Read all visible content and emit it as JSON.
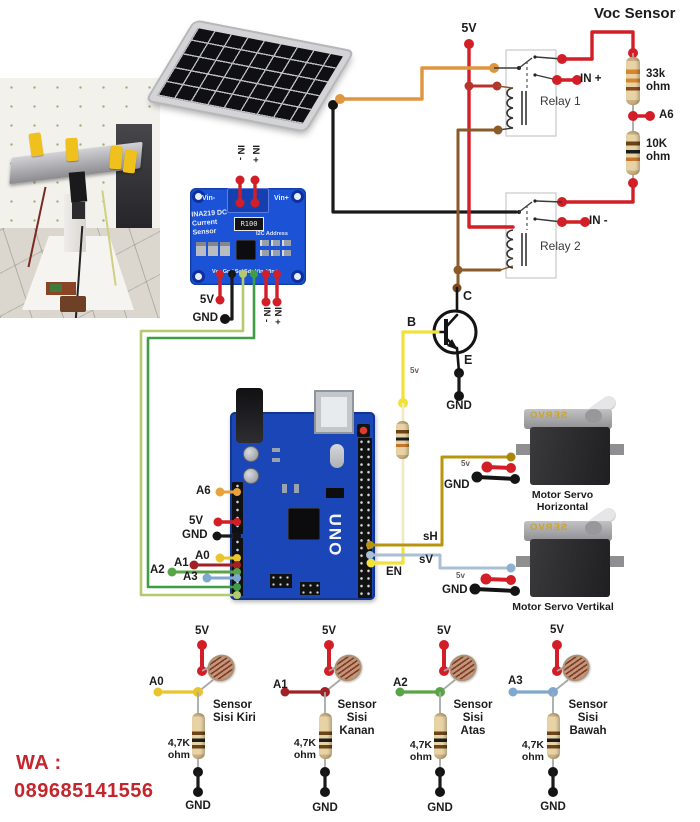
{
  "title": "Voc Sensor",
  "common": {
    "v5": "5V",
    "v5_small": "5v",
    "gnd": "GND"
  },
  "contact": {
    "wa_label": "WA :",
    "phone": "089685141556"
  },
  "voc_circuit": {
    "relay1": "Relay 1",
    "relay2": "Relay 2",
    "in_plus": "IN +",
    "in_minus": "IN -",
    "r33k": "33k\nohm",
    "r10k": "10K\nohm",
    "a6": "A6"
  },
  "ina219": {
    "title": "INA219 DC\nCurrent\nSensor",
    "shunt": "R100",
    "i2c": "I2C Address",
    "vin_minus": "Vin-",
    "vin_plus": "Vin+",
    "pins": [
      "Vcc",
      "Gnd",
      "Scl",
      "Sda",
      "Vin-",
      "Vin+"
    ],
    "in_minus": "IN -",
    "in_plus": "IN +"
  },
  "transistor": {
    "b": "B",
    "c": "C",
    "e": "E"
  },
  "driver": {
    "en": "EN",
    "sh": "sH",
    "sv": "sV"
  },
  "arduino": {
    "logo": "UNO",
    "a6": "A6",
    "v5": "5V",
    "gnd": "GND",
    "a0": "A0",
    "a1": "A1",
    "a2": "A2",
    "a3": "A3"
  },
  "servos": [
    {
      "name": "Motor Servo Horizontal",
      "brand": "SERVO"
    },
    {
      "name": "Motor Servo Vertikal",
      "brand": "SERVO"
    }
  ],
  "ldr": {
    "resistor_label": "4,7K ohm",
    "sensors": [
      {
        "pin": "A0",
        "name": "Sensor\nSisi Kiri"
      },
      {
        "pin": "A1",
        "name": "Sensor\nSisi\nKanan"
      },
      {
        "pin": "A2",
        "name": "Sensor\nSisi\nAtas"
      },
      {
        "pin": "A3",
        "name": "Sensor\nSisi\nBawah"
      }
    ]
  },
  "colors": {
    "wire_red": "#d21f27",
    "wire_orange": "#e0953f",
    "wire_brown": "#8a5a28",
    "wire_yellow": "#f0e23a",
    "wire_olive": "#b8950e",
    "wire_green": "#3f9e45",
    "wire_light_green": "#b5c96e",
    "wire_blue": "#7fa8d0",
    "arduino_blue": "#1a46b8",
    "ina219_blue": "#1c53d6",
    "contact_red": "#c4262c"
  }
}
